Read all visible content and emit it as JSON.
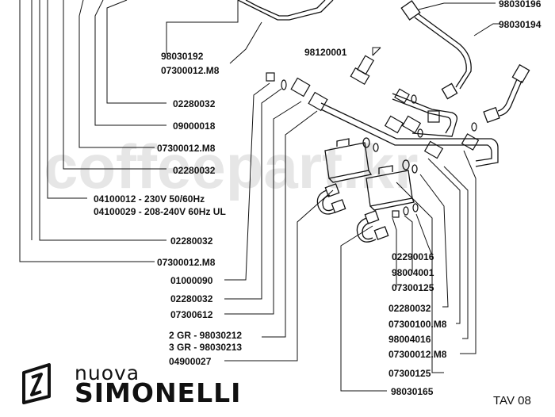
{
  "watermark": "coffeepart.kr",
  "brand": {
    "line1": "nuova",
    "line2": "SIMONELLI"
  },
  "table_ref": "TAV 08",
  "labels": {
    "p98030196": "98030196",
    "p98030194": "98030194",
    "p98030192": "98030192",
    "p07300012m8_a": "07300012.M8",
    "p98120001": "98120001",
    "p02280032_a": "02280032",
    "p09000018": "09000018",
    "p07300012m8_b": "07300012.M8",
    "p02280032_b": "02280032",
    "p04100012": "04100012 - 230V 50/60Hz",
    "p04100029": "04100029 - 208-240V 60Hz UL",
    "p02280032_c": "02280032",
    "p07300012m8_c": "07300012.M8",
    "p01000090": "01000090",
    "p02280032_d": "02280032",
    "p07300612": "07300612",
    "p98030212": "2 GR - 98030212",
    "p98030213": "3 GR - 98030213",
    "p04900027": "04900027",
    "p02290016": "02290016",
    "p98004001": "98004001",
    "p07300125_a": "07300125",
    "p02280032_e": "02280032",
    "p07300100m8": "07300100.M8",
    "p98004016": "98004016",
    "p07300012m8_d": "07300012.M8",
    "p07300125_b": "07300125",
    "p98030165": "98030165"
  },
  "colors": {
    "ink": "#111111",
    "watermark": "#e6e6e6"
  }
}
